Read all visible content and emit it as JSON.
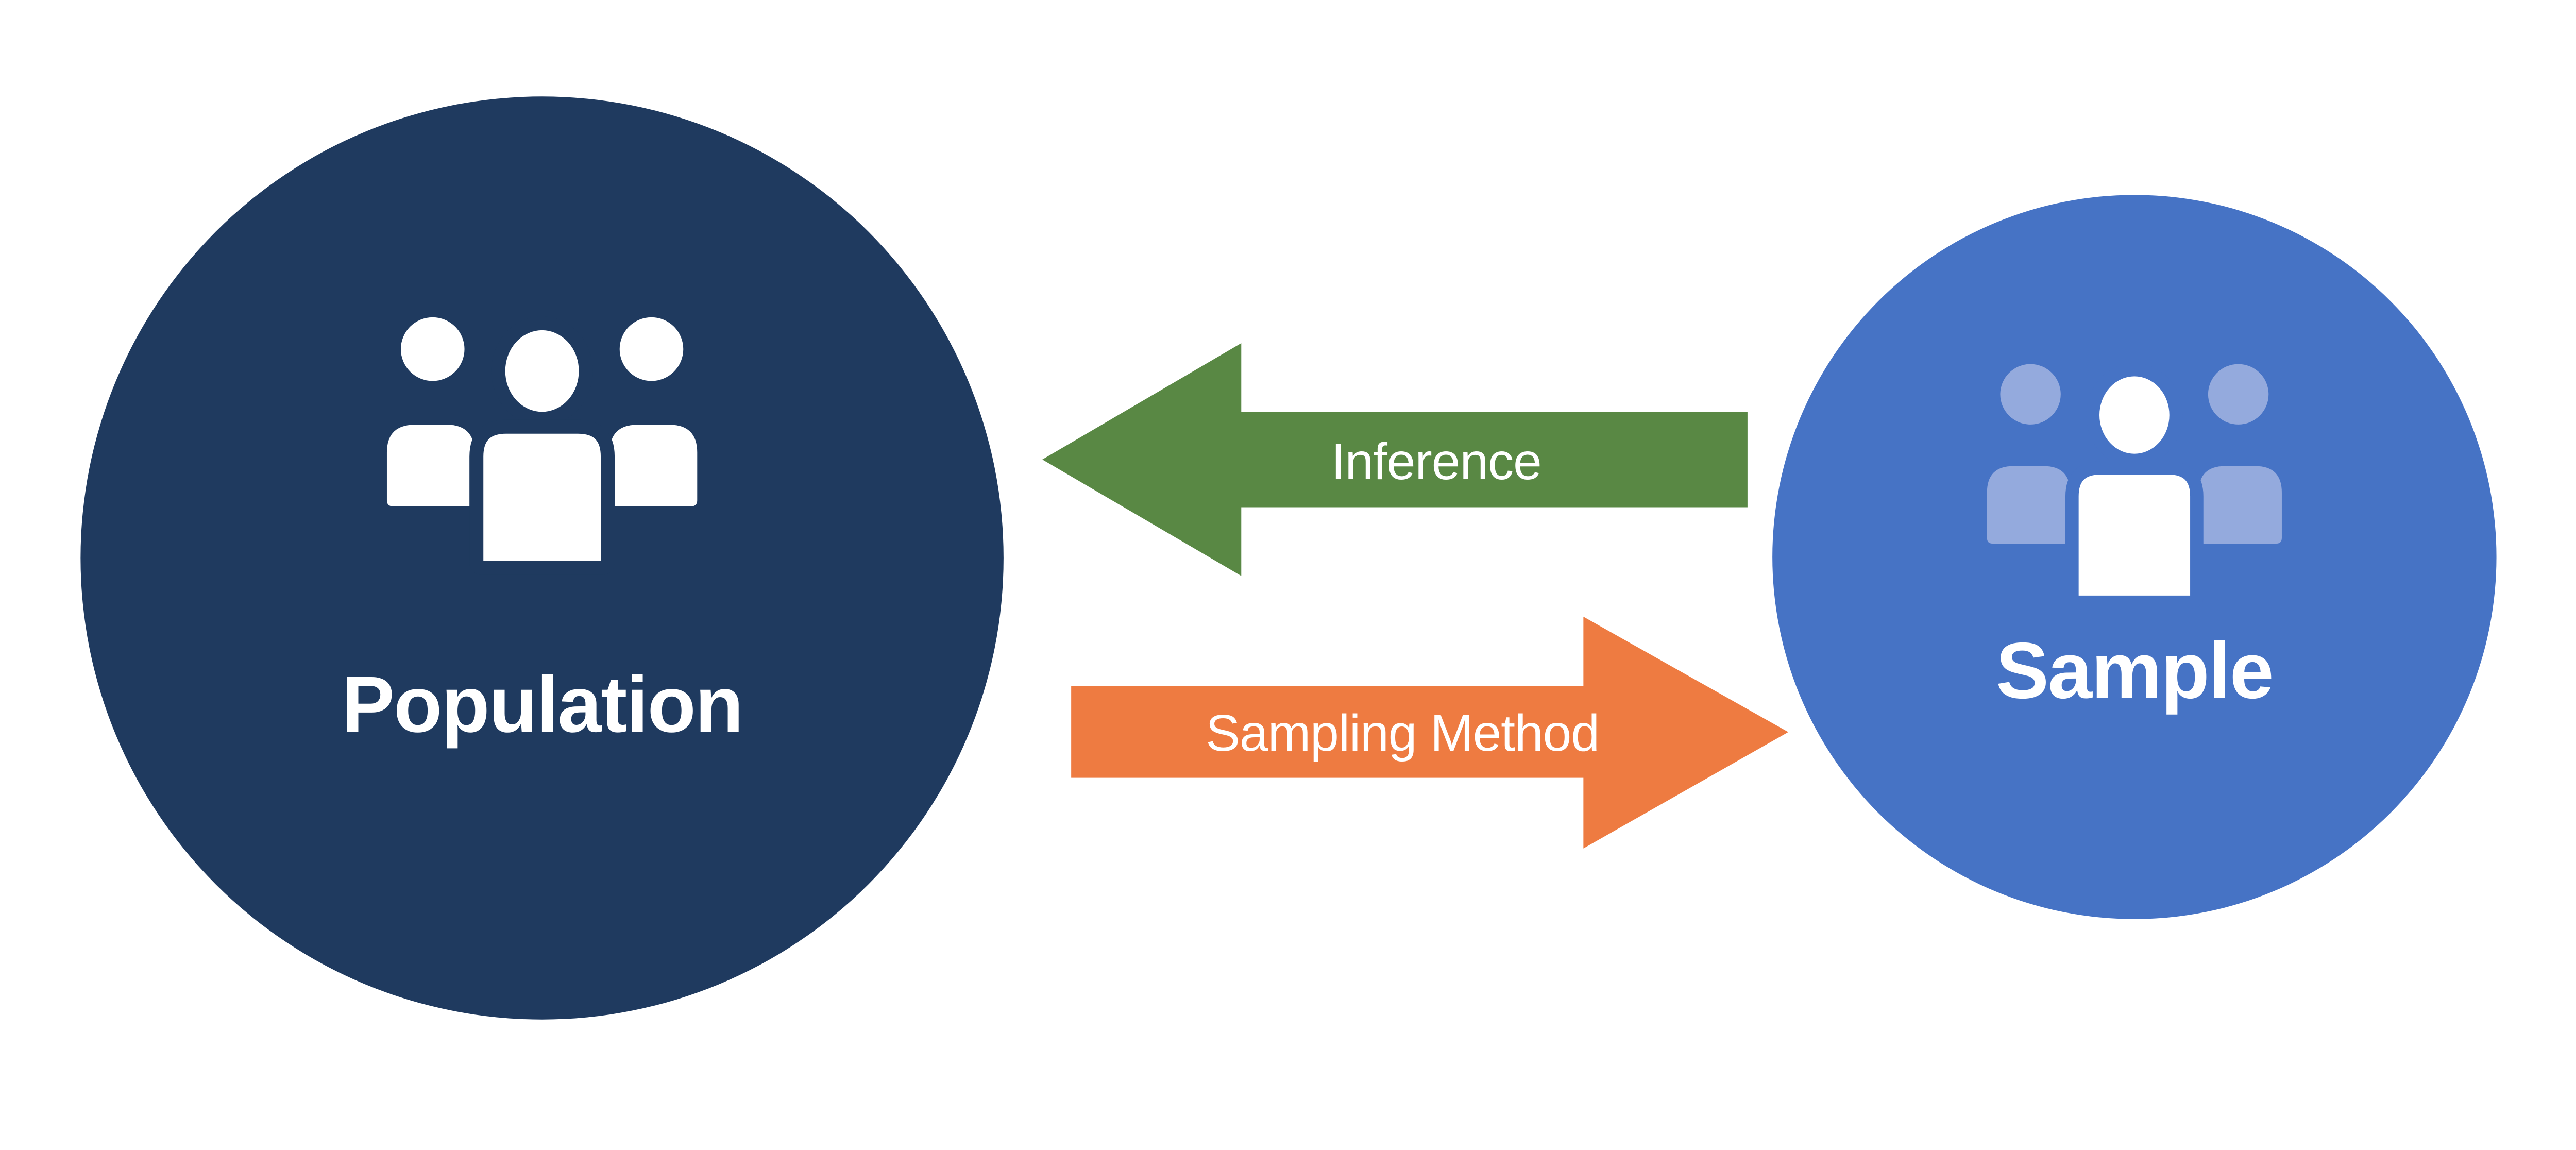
{
  "background_color": "#FFFFFF",
  "population": {
    "label": "Population",
    "circle_color": "#1F3A5F",
    "label_color": "#FFFFFF",
    "icon": "people-group-icon",
    "main_person_color": "#FFFFFF",
    "side_person_color": "#FFFFFF"
  },
  "sample": {
    "label": "Sample",
    "circle_color": "#4673C5",
    "label_color": "#FFFFFF",
    "icon": "people-group-icon",
    "main_person_color": "#FFFFFF",
    "side_person_color": "#94AADD"
  },
  "arrows": {
    "inference": {
      "label": "Inference",
      "direction": "left",
      "color": "#598844",
      "label_color": "#FFFFFF"
    },
    "sampling_method": {
      "label": "Sampling Method",
      "direction": "right",
      "color": "#EE7B41",
      "label_color": "#FFFFFF"
    }
  }
}
